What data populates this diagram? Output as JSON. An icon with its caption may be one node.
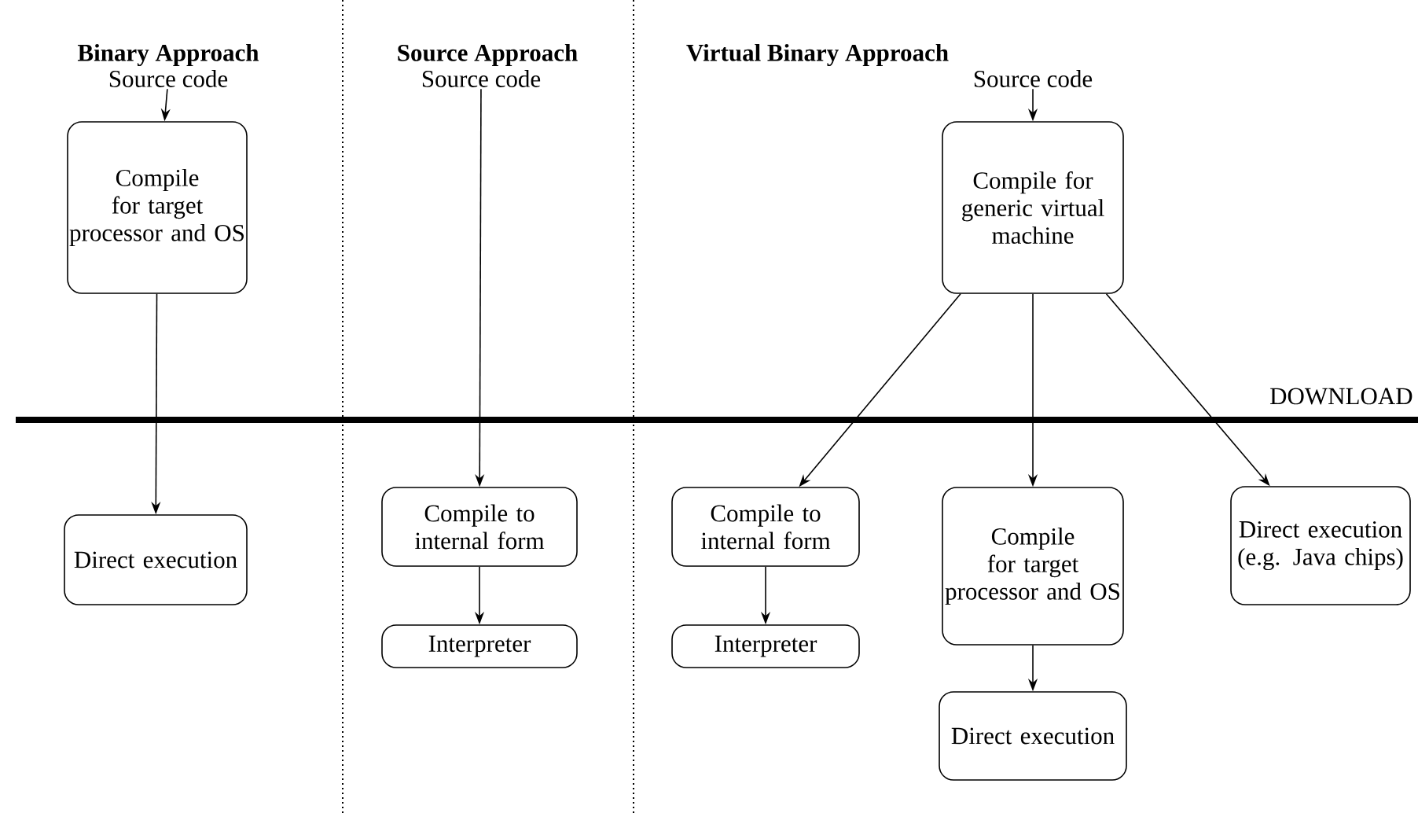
{
  "diagram": {
    "nodes": [
      {
        "text": [
          "Source code"
        ]
      },
      {
        "text": [
          "Compile for target processor and OS"
        ]
      },
      {
        "text": [
          "Direct execution"
        ]
      },
      {
        "text": [
          "Source code"
        ]
      },
      {
        "text": [
          "Compile to internal form"
        ]
      },
      {
        "text": [
          "Interpreter"
        ]
      },
      {
        "text": [
          "Source code"
        ]
      },
      {
        "text": [
          "Compile for generic virtual machine"
        ]
      },
      {
        "text": [
          "Compile to internal form"
        ]
      },
      {
        "text": [
          "Interpreter"
        ]
      },
      {
        "text": [
          "Compile for target processor and OS"
        ]
      },
      {
        "text": [
          "Direct execution"
        ]
      },
      {
        "text": [
          "Direct execution (e.g. Java chips)"
        ]
      }
    ],
    "edges": [
      {
        "from": 0,
        "to": 1,
        "arrow": "to"
      },
      {
        "from": 1,
        "to": 2,
        "arrow": "to"
      },
      {
        "from": 3,
        "to": 4,
        "arrow": "to"
      },
      {
        "from": 4,
        "to": 5,
        "arrow": "to"
      },
      {
        "from": 6,
        "to": 7,
        "arrow": "to"
      },
      {
        "from": 7,
        "to": 8,
        "arrow": "to"
      },
      {
        "from": 7,
        "to": 10,
        "arrow": "to"
      },
      {
        "from": 7,
        "to": 12,
        "arrow": "to"
      },
      {
        "from": 8,
        "to": 9,
        "arrow": "to"
      },
      {
        "from": 10,
        "to": 11,
        "arrow": "to"
      }
    ],
    "labels": [
      "Binary Approach",
      "Source Approach",
      "Virtual Binary Approach",
      "DOWNLOAD"
    ]
  }
}
